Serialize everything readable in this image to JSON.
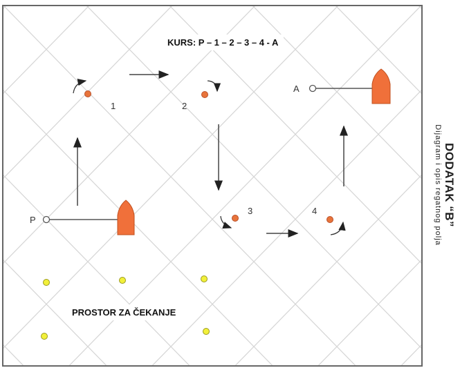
{
  "course_label": "KURS:  P – 1 – 2 – 3 – 4 - A",
  "waiting_area_label": "PROSTOR ZA ČEKANJE",
  "side_title": "DODATAK  “B”",
  "side_subtitle": "Dijagram i opis regatnog polja",
  "marks": [
    "1",
    "2",
    "3",
    "4"
  ],
  "start_label": "P",
  "finish_label": "A",
  "colors": {
    "mark": "#e8743b",
    "boat": "#f0703a",
    "waiting": "#f2f03a",
    "grid": "#d6d6d6"
  }
}
